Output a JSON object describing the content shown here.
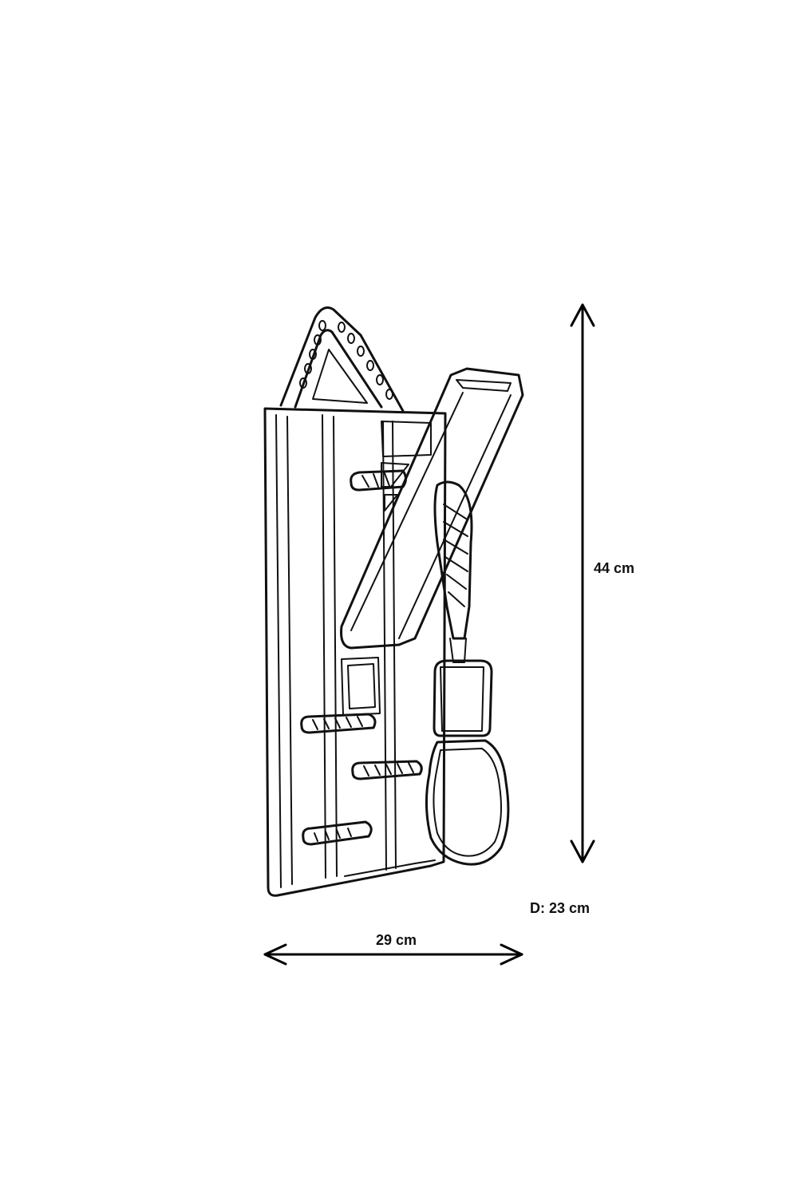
{
  "dimensions": {
    "height": "44 cm",
    "width": "29 cm",
    "depth": "D: 23 cm"
  },
  "colors": {
    "line": "#111111",
    "background": "#ffffff"
  }
}
